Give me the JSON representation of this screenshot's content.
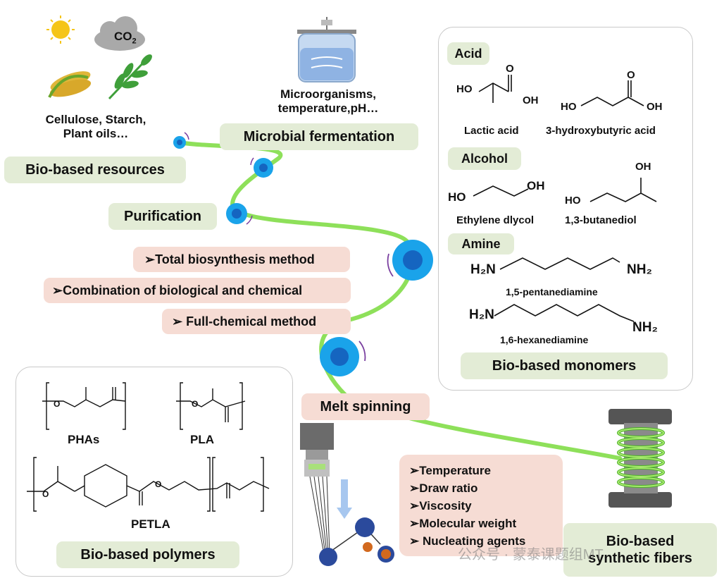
{
  "resources": {
    "co2": "CO",
    "co2_sub": "2",
    "caption_line1": "Cellulose, Starch,",
    "caption_line2": "Plant oils…",
    "label": "Bio-based resources"
  },
  "fermentation": {
    "caption_line1": "Microorganisms,",
    "caption_line2": "temperature,pH…",
    "label": "Microbial fermentation"
  },
  "purification": {
    "label": "Purification"
  },
  "methods": [
    "➢Total biosynthesis method",
    "➢Combination of biological and chemical",
    "➢ Full-chemical method"
  ],
  "monomers": {
    "acid_header": "Acid",
    "lactic_acid": "Lactic acid",
    "hydroxybutyric": "3-hydroxybutyric acid",
    "alcohol_header": "Alcohol",
    "ethylene": "Ethylene dlycol",
    "butanediol": "1,3-butanediol",
    "amine_header": "Amine",
    "pentanediamine": "1,5-pentanediamine",
    "hexanediamine": "1,6-hexanediamine",
    "label": "Bio-based  monomers"
  },
  "chem_text": {
    "ho": "HO",
    "oh": "OH",
    "o": "O",
    "h2n": "H₂N",
    "nh2": "NH₂"
  },
  "polymers": {
    "phas": "PHAs",
    "pla": "PLA",
    "petla": "PETLA",
    "label": "Bio-based polymers"
  },
  "spinning": {
    "label": "Melt spinning",
    "params": [
      "➢Temperature",
      "➢Draw ratio",
      "➢Viscosity",
      "➢Molecular weight",
      "➢ Nucleating agents"
    ]
  },
  "fibers": {
    "label_line1": "Bio-based",
    "label_line2": "synthetic fibers"
  },
  "watermark": "公众号 · 蒙泰课题组MT",
  "colors": {
    "green_label": "#e3ecd6",
    "pink_label": "#f6dcd4",
    "thread": "#8ee05a",
    "cell_outer": "#1aa3ea",
    "cell_inner": "#1565c0",
    "roller": "#2b4a9c",
    "orange_roller": "#d2691e"
  }
}
